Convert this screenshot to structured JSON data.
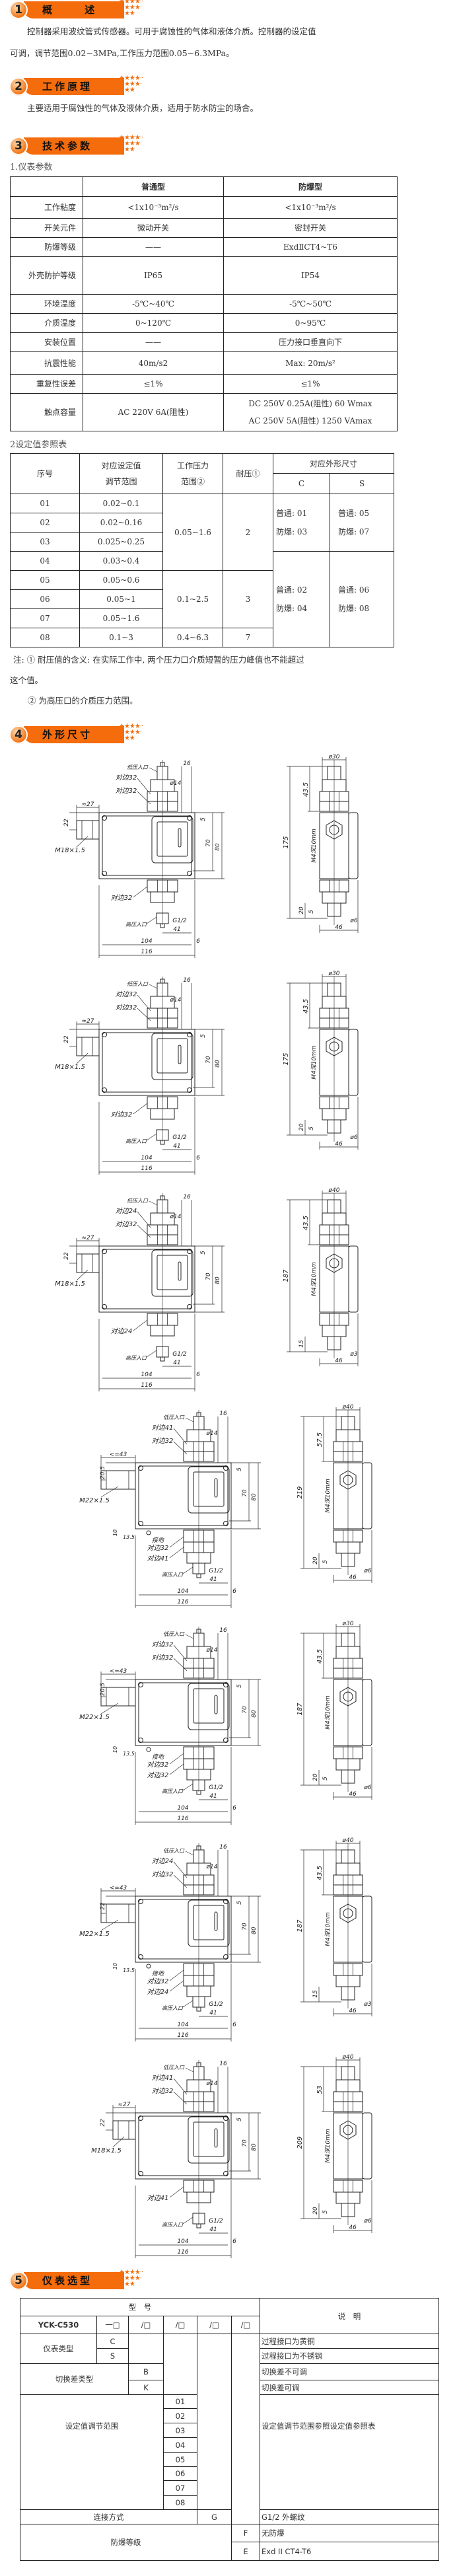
{
  "sections": [
    {
      "num": "1",
      "title": "概 述"
    },
    {
      "num": "2",
      "title": "工作原理"
    },
    {
      "num": "3",
      "title": "技术参数"
    },
    {
      "num": "4",
      "title": "外形尺寸"
    },
    {
      "num": "5",
      "title": "仪表选型"
    }
  ],
  "overview": {
    "line1": "控制器采用波纹管式传感器。可用于腐蚀性的气体和液体介质。控制器的设定值",
    "line2": "可调，调节范围0.02~3MPa,工作压力范围0.05~6.3MPa。"
  },
  "principle": "主要适用于腐蚀性的气体及液体介质，适用于防水防尘的场合。",
  "params": {
    "caption": "1.仪表参数",
    "headers": [
      "",
      "普通型",
      "防爆型"
    ],
    "rows": [
      {
        "label": "工作粘度",
        "normal": "<1x10⁻³m²/s",
        "ex": "<1x10⁻³m²/s"
      },
      {
        "label": "开关元件",
        "normal": "微动开关",
        "ex": "密封开关"
      },
      {
        "label": "防爆等级",
        "normal": "——",
        "ex": "ExdⅡCT4~T6"
      },
      {
        "label": "外壳防护等级",
        "normal": "IP65",
        "ex": "IP54"
      },
      {
        "label": "环境温度",
        "normal": "-5℃~40℃",
        "ex": "-5℃~50℃"
      },
      {
        "label": "介质温度",
        "normal": "0~120℃",
        "ex": "0~95℃"
      },
      {
        "label": "安装位置",
        "normal": "——",
        "ex": "压力接口垂直向下"
      },
      {
        "label": "抗震性能",
        "normal": "40m/s2",
        "ex": "Max: 20m/s²"
      },
      {
        "label": "重复性误差",
        "normal": "≤1%",
        "ex": "≤1%"
      },
      {
        "label": "触点容量",
        "normal": "AC 220V 6A(阻性)",
        "ex": "DC 250V 0.25A(阻性)  60 Wmax",
        "ex2": "AC 250V 5A(阻性)  1250 VAmax"
      }
    ]
  },
  "setpoints": {
    "caption": "2设定值参照表",
    "headers": {
      "no": "序号",
      "range": "对应设定值调节范围",
      "work": "工作压力范围②",
      "withstand": "耐压①",
      "dims": "对应外形尺寸",
      "c": "C",
      "s": "S"
    },
    "rows": [
      {
        "no": "01",
        "range": "0.02~0.1"
      },
      {
        "no": "02",
        "range": "0.02~0.16"
      },
      {
        "no": "03",
        "range": "0.025~0.25"
      },
      {
        "no": "04",
        "range": "0.03~0.4"
      },
      {
        "no": "05",
        "range": "0.05~0.6"
      },
      {
        "no": "06",
        "range": "0.05~1"
      },
      {
        "no": "07",
        "range": "0.05~1.6"
      },
      {
        "no": "08",
        "range": "0.1~3"
      }
    ],
    "work_groups": [
      "0.05~1.6",
      "0.1~2.5",
      "0.4~6.3"
    ],
    "withstand_groups": [
      "2",
      "3",
      "7"
    ],
    "c_groups": [
      [
        "普通: 01",
        "防爆: 03"
      ],
      [
        "普通: 02",
        "防爆: 04"
      ]
    ],
    "s_groups": [
      [
        "普通: 05",
        "防爆: 07"
      ],
      [
        "普通: 06",
        "防爆: 08"
      ]
    ],
    "note1": "注: ① 耐压值的含义: 在实际工作中, 两个压力口介质短暂的压力峰值也不能超过",
    "note1b": "这个值。",
    "note2": "② 为高压口的介质压力范围。"
  },
  "drawings": [
    {
      "cable": "M18×1.5",
      "cable_w": "≈27",
      "cable_h": "22",
      "top": [
        "对边32",
        "对边32"
      ],
      "bottom": [
        "对边32"
      ],
      "ground": false,
      "dia": "ø30",
      "top_len": "43.5",
      "height": "175",
      "conn": "20",
      "pin": "ø6",
      "low_pin": "5"
    },
    {
      "cable": "M18×1.5",
      "cable_w": "≈27",
      "cable_h": "22",
      "top": [
        "对边32",
        "对边32"
      ],
      "bottom": [
        "对边32"
      ],
      "ground": false,
      "dia": "ø30",
      "top_len": "43.5",
      "height": "175",
      "conn": "20",
      "pin": "ø6",
      "low_pin": "5"
    },
    {
      "cable": "M18×1.5",
      "cable_w": "≈27",
      "cable_h": "22",
      "top": [
        "对边24",
        "对边32"
      ],
      "bottom": [
        "对边24"
      ],
      "ground": false,
      "dia": "ø40",
      "top_len": "43.5",
      "height": "187",
      "conn": "15",
      "pin": "ø3",
      "low_pin": ""
    },
    {
      "cable": "M22×1.5",
      "cable_w": "<=43",
      "cable_h": "20.5",
      "top": [
        "对边41",
        "对边32"
      ],
      "bottom": [
        "对边32",
        "对边41"
      ],
      "ground": true,
      "dia": "ø40",
      "top_len": "57.5",
      "height": "219",
      "conn": "20",
      "pin": "ø6",
      "low_pin": "5"
    },
    {
      "cable": "M22×1.5",
      "cable_w": "<=43",
      "cable_h": "20.5",
      "top": [
        "对边32",
        "对边32"
      ],
      "bottom": [
        "对边32",
        "对边32"
      ],
      "ground": true,
      "dia": "ø30",
      "top_len": "43.5",
      "height": "187",
      "conn": "20",
      "pin": "ø6",
      "low_pin": "5"
    },
    {
      "cable": "M22×1.5",
      "cable_w": "<=43",
      "cable_h": "22",
      "top": [
        "对边24",
        "对边32"
      ],
      "bottom": [
        "对边32",
        "对边24"
      ],
      "ground": true,
      "dia": "ø40",
      "top_len": "43.5",
      "height": "187",
      "conn": "15",
      "pin": "ø3",
      "low_pin": ""
    },
    {
      "cable": "M18×1.5",
      "cable_w": "≈27",
      "cable_h": "22",
      "top": [
        "对边41",
        "对边32"
      ],
      "bottom": [
        "对边41"
      ],
      "ground": false,
      "dia": "ø40",
      "top_len": "53",
      "height": "209",
      "conn": "20",
      "pin": "ø6",
      "low_pin": "5"
    }
  ],
  "drawing_common": {
    "low_port": "低压入口",
    "high_port": "高压入口",
    "thread": "G1/2",
    "ground": "接地",
    "ground_h": "10",
    "ground_w": "13.5",
    "w116": "116",
    "w104": "104",
    "w41": "41",
    "w6": "6",
    "h70": "70",
    "h80": "80",
    "h5": "5",
    "w16": "16",
    "d14": "ø14",
    "side_w": "46",
    "mount": "M4深10mm"
  },
  "selection": {
    "model_header": "型　号",
    "desc_header": "说　明",
    "model": "YCK-C530",
    "slots": [
      "一□",
      "/□",
      "/□",
      "/□",
      "/□"
    ],
    "type_label": "仪表类型",
    "type_c": "C",
    "type_s": "S",
    "type_c_desc": "过程接口为黄铜",
    "type_s_desc": "过程接口为不锈钢",
    "diff_label": "切换差类型",
    "diff_b": "B",
    "diff_k": "K",
    "diff_b_desc": "切换差不可调",
    "diff_k_desc": "切换差可调",
    "range_label": "设定值调节范围",
    "range_codes": [
      "01",
      "02",
      "03",
      "04",
      "05",
      "06",
      "07",
      "08"
    ],
    "range_desc": "设定值调节范围参照设定值参照表",
    "conn_label": "连接方式",
    "conn_g": "G",
    "conn_desc": "G1/2 外螺纹",
    "ex_label": "防爆等级",
    "ex_f": "F",
    "ex_e": "E",
    "ex_f_desc": "无防爆",
    "ex_e_desc": "Exd II CT4-T6"
  },
  "colors": {
    "accent": "#f56c0c"
  }
}
